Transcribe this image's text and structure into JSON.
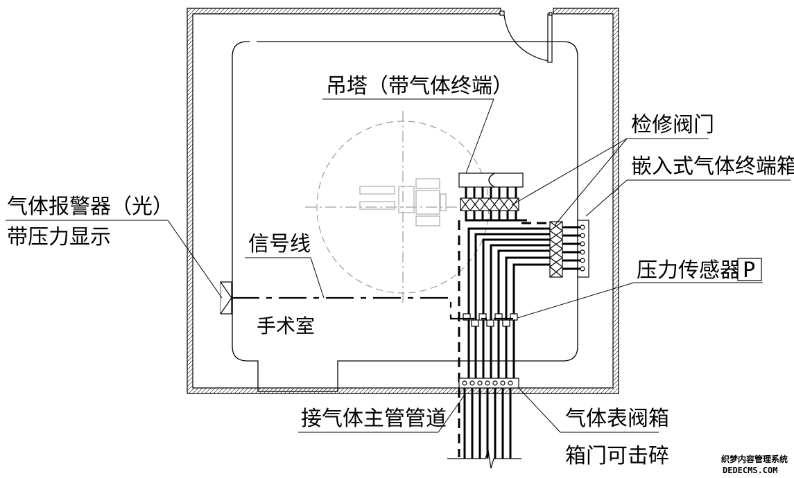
{
  "labels": {
    "pendant": "吊塔（带气体终端）",
    "service_valve": "检修阀门",
    "embedded_box": "嵌入式气体终端箱",
    "alarm_line1": "气体报警器（光）",
    "alarm_line2": "带压力显示",
    "signal_line": "信号线",
    "pressure_sensor": "压力传感器",
    "sensor_symbol": "P",
    "room": "手术室",
    "main_pipe": "接气体主管管道",
    "valve_box_line1": "气体表阀箱",
    "valve_box_line2": "箱门可击碎"
  },
  "watermark": {
    "line1": "织梦内容管理系统",
    "line2": "DEDECMS.COM"
  }
}
